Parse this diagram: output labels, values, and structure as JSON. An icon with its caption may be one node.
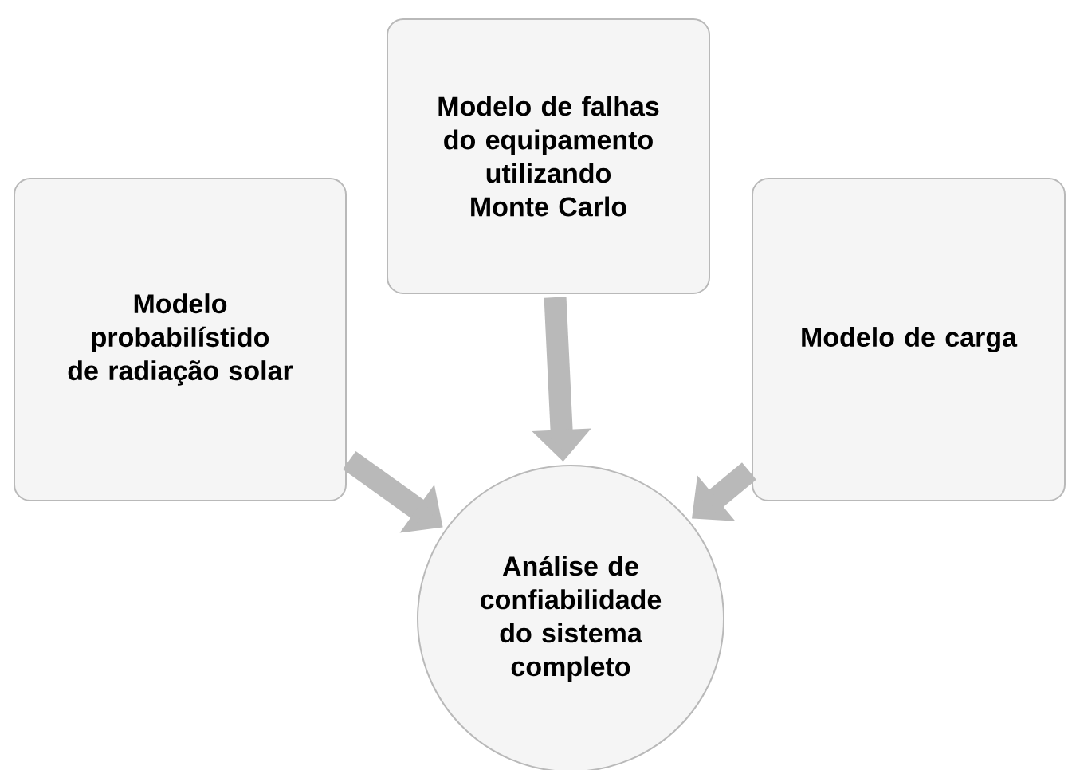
{
  "diagram": {
    "nodes": [
      {
        "text": [
          "Modelo probabilístido de radiação solar"
        ]
      },
      {
        "text": [
          "Modelo de falhas do equipamento utilizando Monte Carlo"
        ]
      },
      {
        "text": [
          "Modelo de carga"
        ]
      },
      {
        "text": [
          "Análise de confiabilidade do sistema completo"
        ]
      }
    ],
    "edges": [
      {
        "from": 0,
        "to": 3,
        "arrow": "to"
      },
      {
        "from": 1,
        "to": 3,
        "arrow": "to"
      },
      {
        "from": 2,
        "to": 3,
        "arrow": "to"
      }
    ]
  }
}
